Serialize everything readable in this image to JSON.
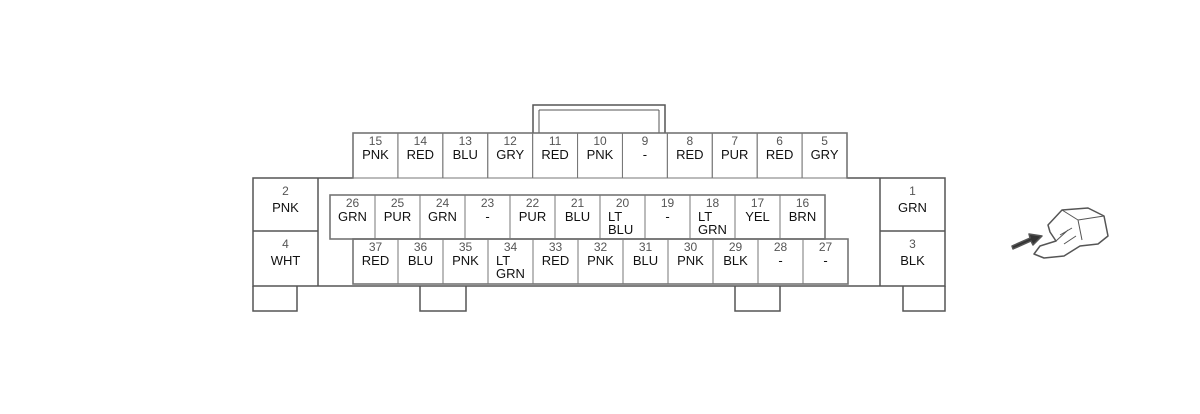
{
  "connector": {
    "pins": [
      {
        "num": "15",
        "color": "PNK"
      },
      {
        "num": "14",
        "color": "RED"
      },
      {
        "num": "13",
        "color": "BLU"
      },
      {
        "num": "12",
        "color": "GRY"
      },
      {
        "num": "11",
        "color": "RED"
      },
      {
        "num": "10",
        "color": "PNK"
      },
      {
        "num": "9",
        "color": "-"
      },
      {
        "num": "8",
        "color": "RED"
      },
      {
        "num": "7",
        "color": "PUR"
      },
      {
        "num": "6",
        "color": "RED"
      },
      {
        "num": "5",
        "color": "GRY"
      },
      {
        "num": "26",
        "color": "GRN"
      },
      {
        "num": "25",
        "color": "PUR"
      },
      {
        "num": "24",
        "color": "GRN"
      },
      {
        "num": "23",
        "color": "-"
      },
      {
        "num": "22",
        "color": "PUR"
      },
      {
        "num": "21",
        "color": "BLU"
      },
      {
        "num": "20",
        "color": "LT BLU"
      },
      {
        "num": "19",
        "color": "-"
      },
      {
        "num": "18",
        "color": "LT GRN"
      },
      {
        "num": "17",
        "color": "YEL"
      },
      {
        "num": "16",
        "color": "BRN"
      },
      {
        "num": "37",
        "color": "RED"
      },
      {
        "num": "36",
        "color": "BLU"
      },
      {
        "num": "35",
        "color": "PNK"
      },
      {
        "num": "34",
        "color": "LT GRN"
      },
      {
        "num": "33",
        "color": "RED"
      },
      {
        "num": "32",
        "color": "PNK"
      },
      {
        "num": "31",
        "color": "BLU"
      },
      {
        "num": "30",
        "color": "PNK"
      },
      {
        "num": "29",
        "color": "BLK"
      },
      {
        "num": "28",
        "color": "-"
      },
      {
        "num": "27",
        "color": "-"
      },
      {
        "num": "2",
        "color": "PNK"
      },
      {
        "num": "4",
        "color": "WHT"
      },
      {
        "num": "1",
        "color": "GRN"
      },
      {
        "num": "3",
        "color": "BLK"
      }
    ]
  },
  "icons": {
    "view_indicator": "hand-pointing-arrow-icon"
  },
  "colors": {
    "line": "#555555",
    "text": "#111111",
    "pin_number": "#555555"
  }
}
